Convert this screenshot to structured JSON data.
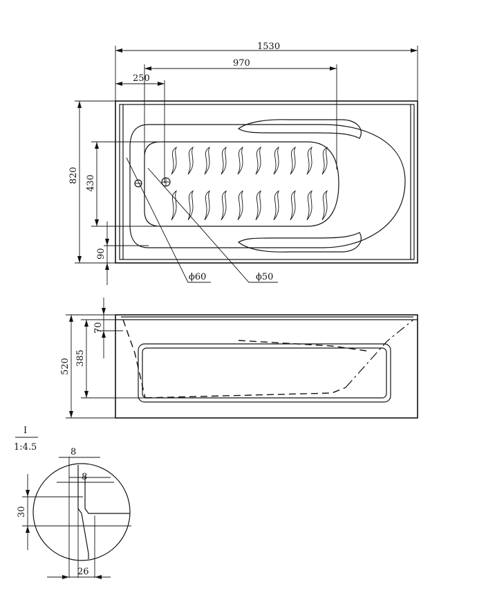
{
  "top_view": {
    "dim_total_length": "1530",
    "dim_inner_length": "970",
    "dim_drain_offset": "250",
    "dim_total_width": "820",
    "dim_inner_width": "430",
    "dim_drain_edge": "90",
    "dim_overflow_dia": "ϕ60",
    "dim_drain_dia": "ϕ50"
  },
  "side_view": {
    "dim_height": "520",
    "dim_depth": "385",
    "dim_rim": "70"
  },
  "detail_view": {
    "label": "I",
    "scale": "1:4.5",
    "dim_rim_thickness": "8",
    "dim_wall_thickness": "8",
    "dim_height": "30",
    "dim_base": "26"
  }
}
